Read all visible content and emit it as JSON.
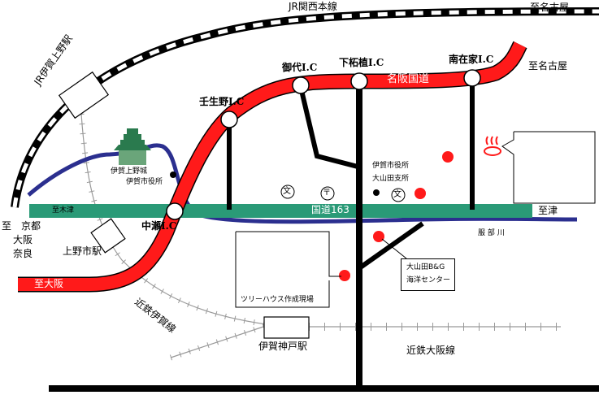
{
  "lines": {
    "jr_kansai": "JR関西本線",
    "jr_iga_ueno": "JR伊賀上野駅",
    "kintetsu_iga": "近鉄伊賀線",
    "kintetsu_osaka": "近鉄大阪線"
  },
  "roads": {
    "meihan": "名阪国道",
    "route163": "国道163",
    "to_tsu_left": "至木津",
    "to_tsu_right": "至津",
    "to_osaka": "至大阪",
    "to_nagoya_top": "至名古屋",
    "to_nagoya_right": "至名古屋"
  },
  "interchanges": {
    "mishiro": "御代I.C",
    "shimotsuge": "下柘植I.C",
    "nanzaike": "南在家I.C",
    "mibuno": "壬生野I.C",
    "nakaze": "中瀬I.C"
  },
  "places": {
    "kyoto_to": "至　京都",
    "osaka": "大阪",
    "nara": "奈良",
    "ueno_station": "上野市駅",
    "iga_ueno_castle": "伊賀上野城",
    "iga_city_hall": "伊賀市役所",
    "iga_city_office_branch_line1": "伊賀市役所",
    "iga_city_office_branch_line2": "大山田支所",
    "hattori_river": "服 部 川",
    "iga_kanbe_station": "伊賀神戸駅",
    "treehouse_site": "ツリーハウス作成現場",
    "bg_center_line1": "大山田B&G",
    "bg_center_line2": "海洋センター",
    "school_symbol": "文",
    "post_symbol": "〒"
  },
  "colors": {
    "meihan_red": "#ff1a1a",
    "route163_green": "#2a9a77",
    "river_blue": "#2b2f8f",
    "rail_black": "#000000"
  }
}
